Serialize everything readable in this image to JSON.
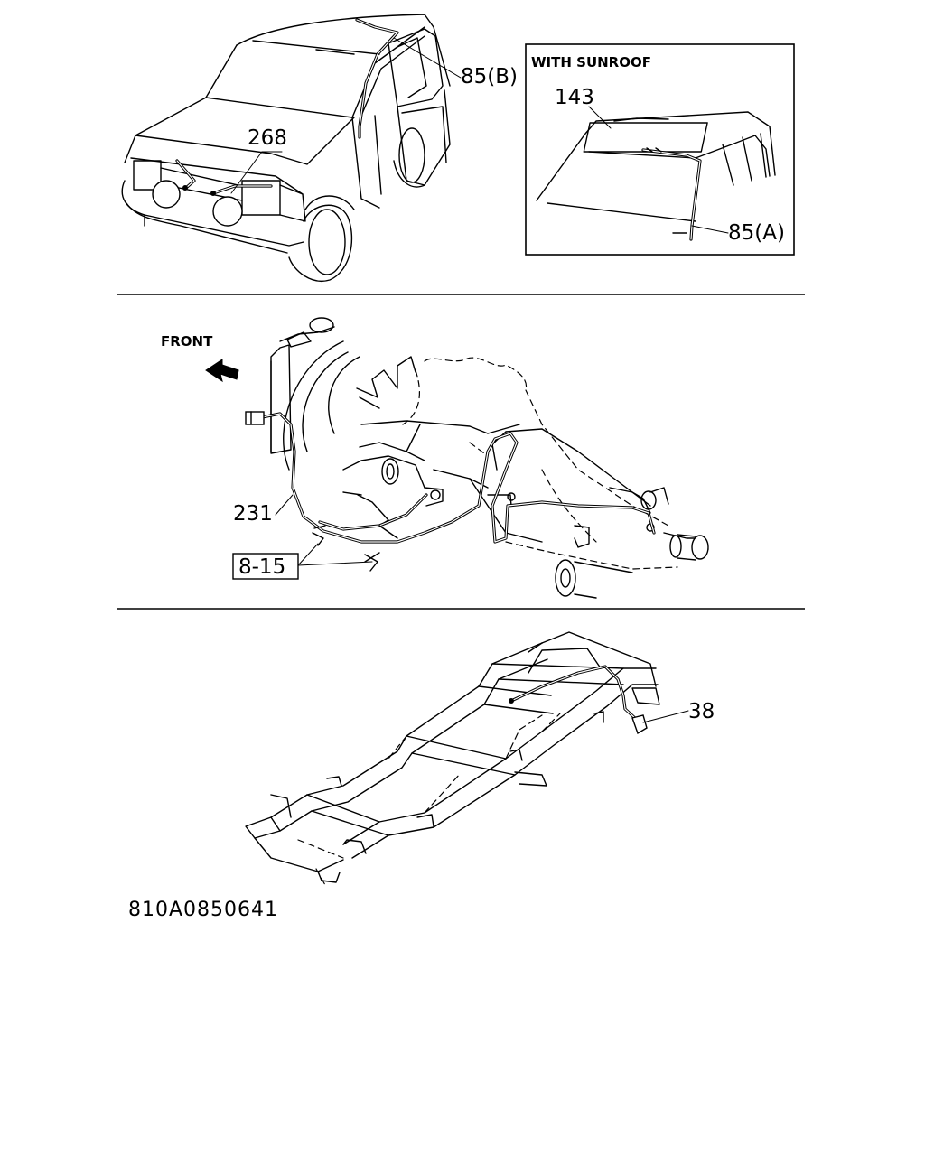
{
  "diagram": {
    "code": "810A0850641",
    "labels": {
      "part_85b": "85(B)",
      "part_268": "268",
      "inset_title": "WITH SUNROOF",
      "part_143": "143",
      "part_85a": "85(A)",
      "front": "FRONT",
      "part_231": "231",
      "part_8_15": "8-15",
      "part_38": "38"
    }
  }
}
